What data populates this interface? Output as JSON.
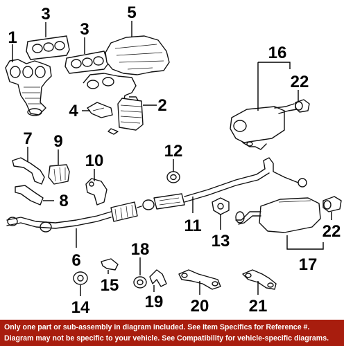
{
  "callouts": [
    "1",
    "2",
    "3",
    "3",
    "4",
    "5",
    "6",
    "7",
    "8",
    "9",
    "10",
    "11",
    "12",
    "13",
    "14",
    "15",
    "16",
    "17",
    "18",
    "19",
    "20",
    "21",
    "22",
    "22"
  ],
  "disclaimer": {
    "line1": "Only one part or sub-assembly in diagram included. See Item Specifics for Reference #.",
    "line2": "Diagram may not be specific to your vehicle. See Compatibility for vehicle-specific diagrams."
  },
  "colors": {
    "banner": "#a81d0e",
    "banner_text": "#ffffff",
    "line_art": "#111111"
  }
}
